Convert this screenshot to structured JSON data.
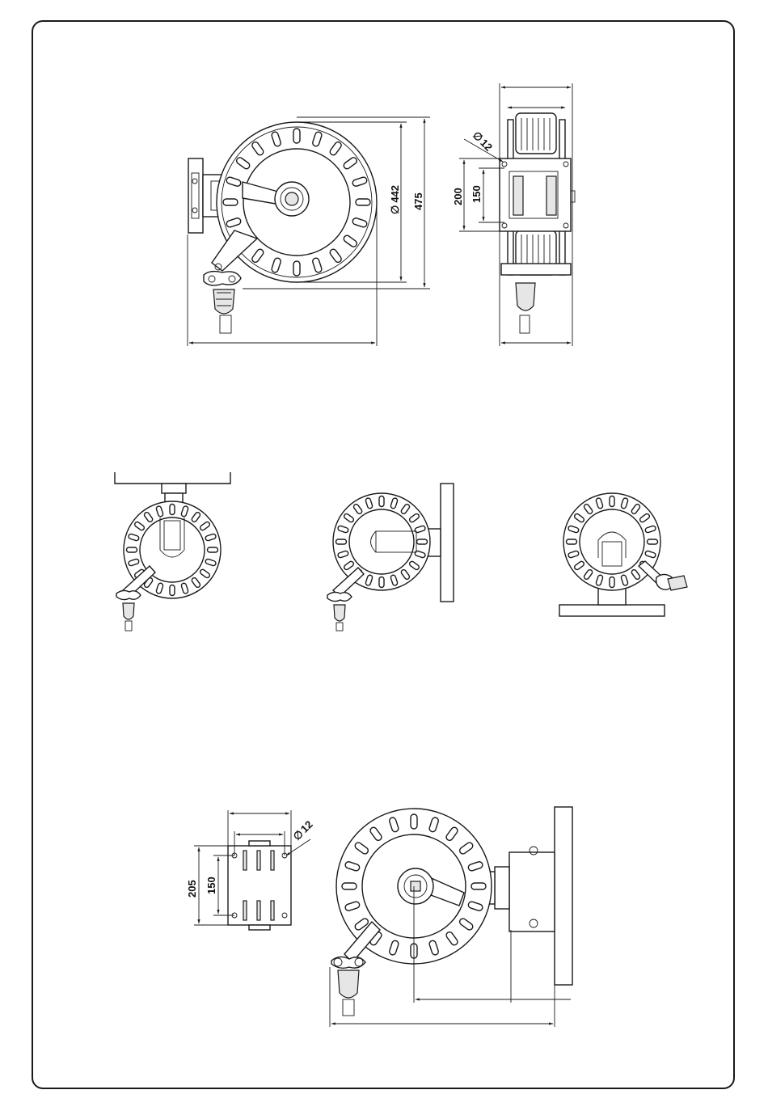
{
  "dimensions": {
    "front_diameter": "442",
    "front_height": "475",
    "side_hole_dia": "12",
    "side_mount_outer": "200",
    "side_mount_inner": "150",
    "plate_hole_dia": "12",
    "plate_outer": "205",
    "plate_inner": "150",
    "diameter_symbol": "∅"
  }
}
